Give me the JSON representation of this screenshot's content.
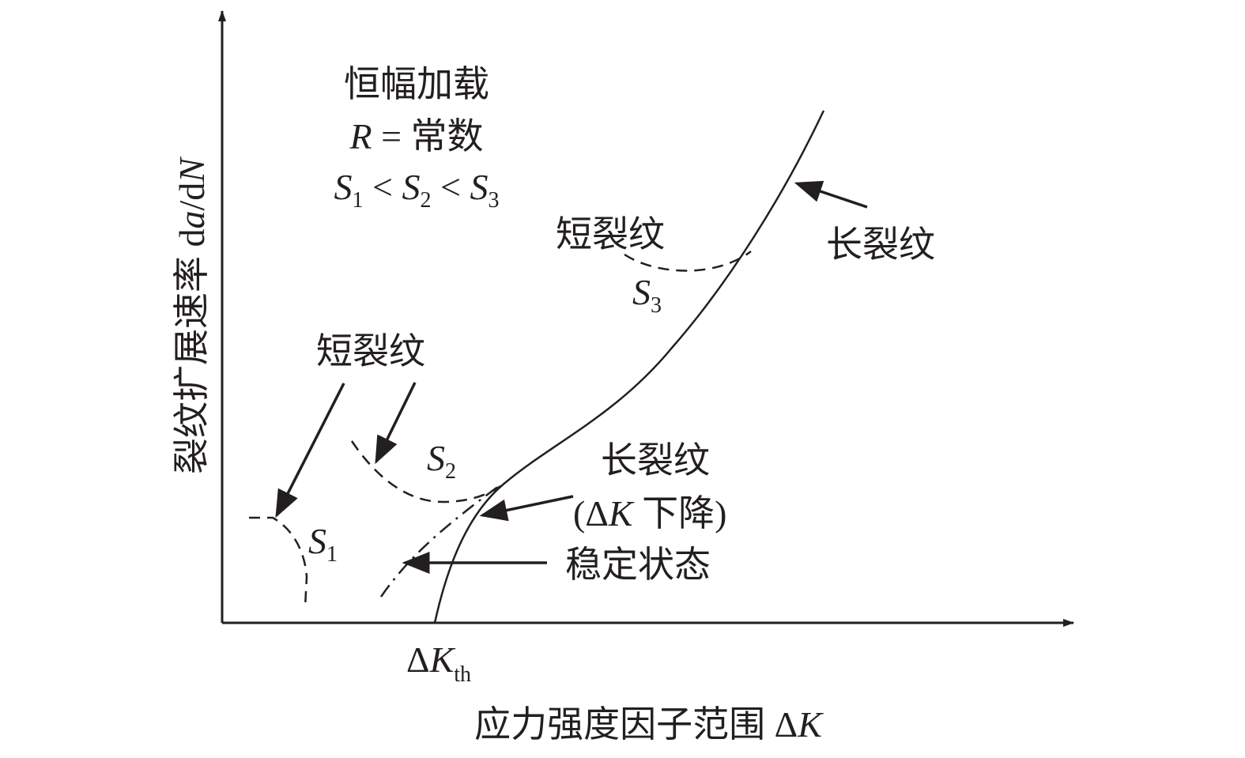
{
  "title": {
    "line1": "恒幅加载",
    "line2_var": "R",
    "line2_rest": " = 常数",
    "s1": "S",
    "s1_sub": "1",
    "s2": "S",
    "s2_sub": "2",
    "s3": "S",
    "s3_sub": "3",
    "lt": " < "
  },
  "axes": {
    "y_label_cn": "裂纹扩展速率 d",
    "y_label_a": "a",
    "y_label_mid": "/d",
    "y_label_N": "N",
    "x_label_cn": "应力强度因子范围 Δ",
    "x_label_K": "K",
    "threshold_delta": "Δ",
    "threshold_K": "K",
    "threshold_sub": "th"
  },
  "labels": {
    "short_crack_s3": "短裂纹",
    "s3_var": "S",
    "s3_sub": "3",
    "long_crack_top": "长裂纹",
    "short_crack_low": "短裂纹",
    "s2_var": "S",
    "s2_sub": "2",
    "s1_var": "S",
    "s1_sub": "1",
    "long_crack_mid": "长裂纹",
    "dk_open": "(Δ",
    "dk_K": "K",
    "dk_close": " 下降)",
    "steady_state": "稳定状态"
  },
  "colors": {
    "ink": "#231f20"
  }
}
